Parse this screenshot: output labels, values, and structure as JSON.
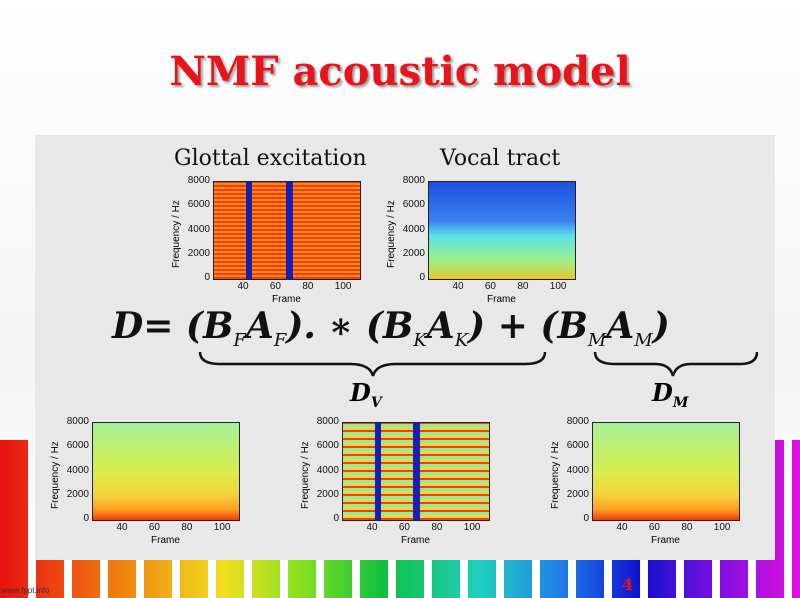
{
  "title": "NMF acoustic model",
  "captions": {
    "glottal": "Glottal excitation",
    "vocal": "Vocal tract"
  },
  "axes": {
    "ylabel": "Frequency / Hz",
    "xlabel": "Frame",
    "yticks": [
      "0",
      "2000",
      "4000",
      "6000",
      "8000"
    ],
    "xticks": [
      "40",
      "60",
      "80",
      "100"
    ],
    "xrange": [
      20,
      110
    ],
    "yrange": [
      0,
      8000
    ]
  },
  "equation": {
    "lhs": "D",
    "eq": "= (",
    "bf": "B",
    "f": "F",
    "af": "A",
    "mul": "). ∗ (",
    "bk": "B",
    "k": "K",
    "ak": "A",
    "plus": ") + (",
    "bm": "B",
    "m": "M",
    "am": "A",
    "close": ")"
  },
  "underbraces": {
    "dv": "D",
    "v": "V",
    "dm": "D",
    "m": "M"
  },
  "page_number": "4",
  "footer": "www.fppt.info"
}
